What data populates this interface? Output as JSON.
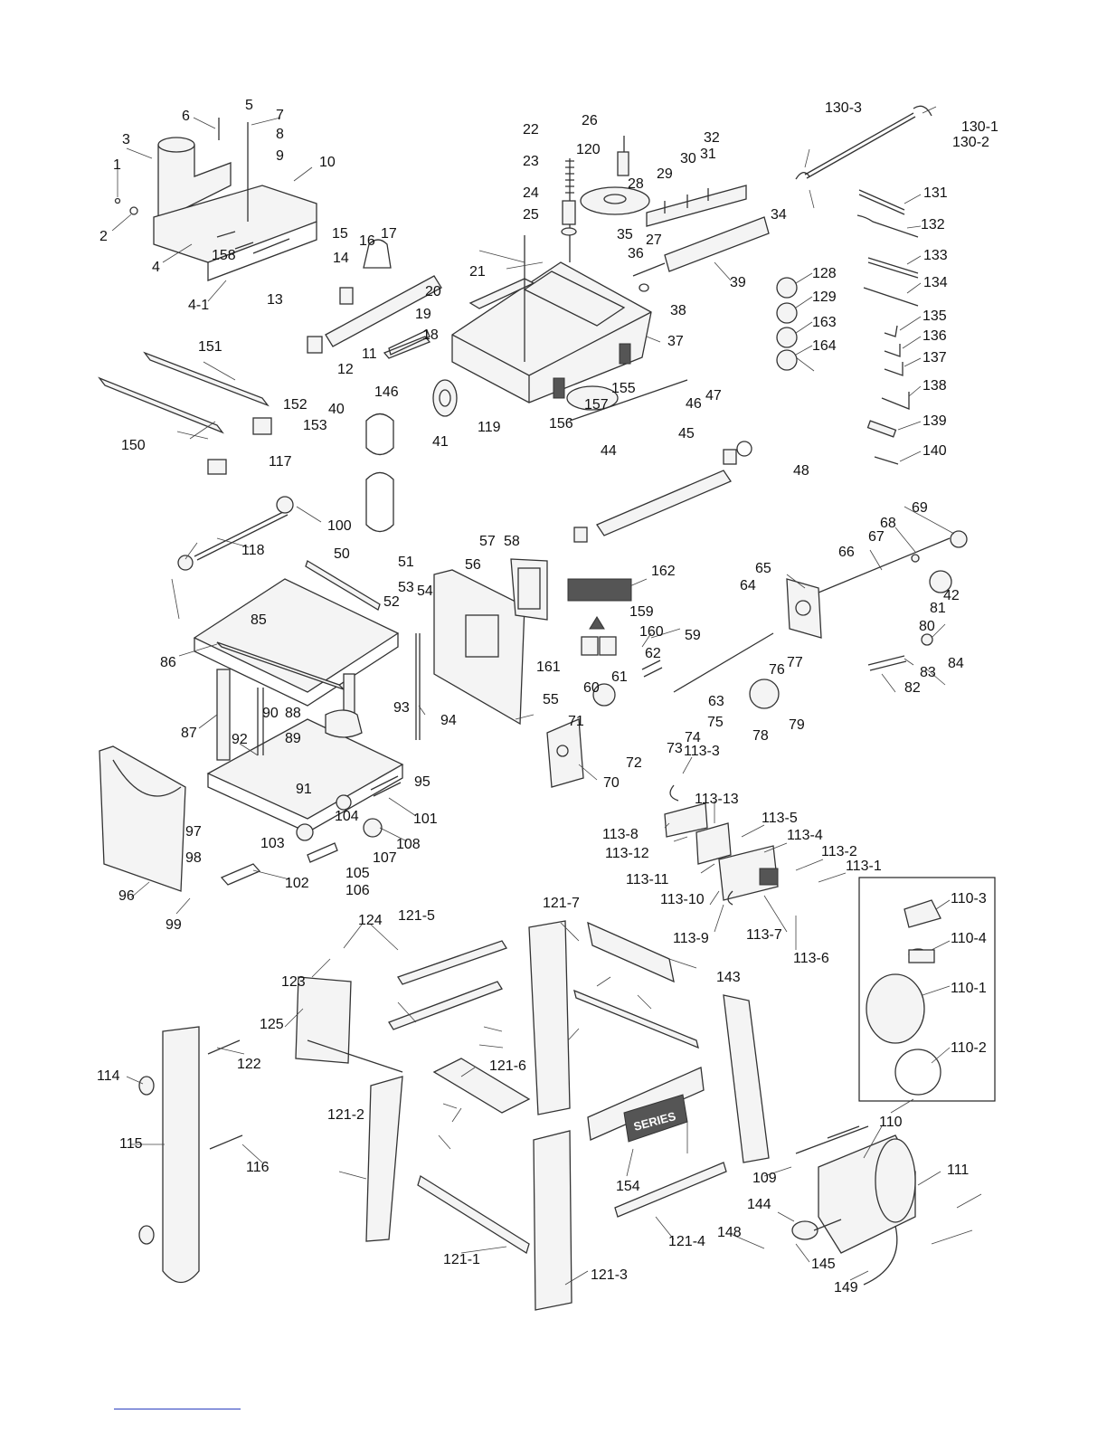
{
  "diagram": {
    "type": "exploded-parts-view",
    "callouts": [
      "1",
      "2",
      "3",
      "4",
      "4-1",
      "5",
      "6",
      "7",
      "8",
      "9",
      "10",
      "11",
      "12",
      "13",
      "14",
      "15",
      "16",
      "17",
      "18",
      "19",
      "20",
      "21",
      "22",
      "23",
      "24",
      "25",
      "26",
      "27",
      "28",
      "29",
      "30",
      "31",
      "32",
      "34",
      "35",
      "36",
      "37",
      "38",
      "39",
      "40",
      "41",
      "42",
      "44",
      "45",
      "46",
      "47",
      "48",
      "50",
      "51",
      "52",
      "53",
      "54",
      "55",
      "56",
      "57",
      "58",
      "59",
      "60",
      "61",
      "62",
      "63",
      "64",
      "65",
      "66",
      "67",
      "68",
      "69",
      "70",
      "71",
      "72",
      "73",
      "74",
      "75",
      "76",
      "77",
      "78",
      "79",
      "80",
      "81",
      "82",
      "83",
      "84",
      "85",
      "86",
      "87",
      "88",
      "89",
      "90",
      "91",
      "92",
      "93",
      "94",
      "95",
      "96",
      "97",
      "98",
      "99",
      "100",
      "101",
      "102",
      "103",
      "104",
      "105",
      "106",
      "107",
      "108",
      "109",
      "110",
      "110-1",
      "110-2",
      "110-3",
      "110-4",
      "111",
      "113-1",
      "113-2",
      "113-3",
      "113-4",
      "113-5",
      "113-6",
      "113-7",
      "113-8",
      "113-9",
      "113-10",
      "113-11",
      "113-12",
      "113-13",
      "114",
      "115",
      "116",
      "117",
      "118",
      "119",
      "120",
      "121-1",
      "121-2",
      "121-3",
      "121-4",
      "121-5",
      "121-6",
      "121-7",
      "122",
      "123",
      "124",
      "125",
      "128",
      "129",
      "130-1",
      "130-2",
      "130-3",
      "131",
      "132",
      "133",
      "134",
      "135",
      "136",
      "137",
      "138",
      "139",
      "140",
      "143",
      "144",
      "145",
      "146",
      "148",
      "149",
      "150",
      "151",
      "152",
      "153",
      "154",
      "155",
      "156",
      "157",
      "158",
      "159",
      "160",
      "161",
      "162",
      "163",
      "164"
    ],
    "series_decal": "SERIES"
  }
}
